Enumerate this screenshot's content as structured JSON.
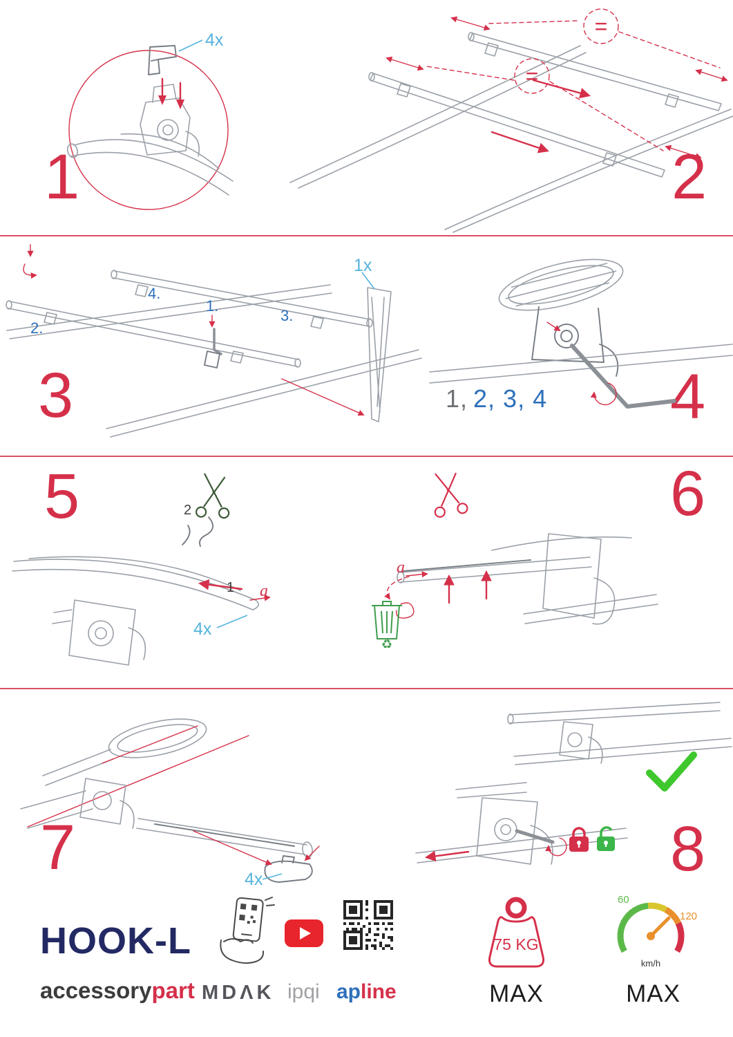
{
  "steps": {
    "s1": {
      "number": "1",
      "qty": "4x"
    },
    "s2": {
      "number": "2",
      "equal1": "=",
      "equal2": "="
    },
    "s3": {
      "number": "3",
      "qty": "1x",
      "sub1": "1.",
      "sub2": "2.",
      "sub3": "3.",
      "sub4": "4."
    },
    "s4": {
      "number": "4",
      "seq_done": "1,",
      "seq_todo": "2, 3, 4"
    },
    "s5": {
      "number": "5",
      "scissors_label": "2",
      "strip_label": "1",
      "dim_label": "a",
      "qty": "4x"
    },
    "s6": {
      "number": "6",
      "dim_label": "a"
    },
    "s7": {
      "number": "7",
      "qty": "4x"
    },
    "s8": {
      "number": "8"
    }
  },
  "footer": {
    "product_name": "HOOK-L",
    "brand_name": "accessory",
    "brand_accent": "part",
    "logo_mdak": "MDΛK",
    "logo_ipqi": "ipqi",
    "logo_ap": "ap",
    "logo_line": "line",
    "weight_limit": "75 KG",
    "weight_max": "MAX",
    "speed_min": "60",
    "speed_max_value": "120",
    "speed_unit": "km/h",
    "speed_max": "MAX"
  },
  "icons": {
    "recycle_glyph": "♻"
  },
  "colors": {
    "accent_red": "#d5304a",
    "label_blue": "#56b3dd",
    "deep_blue": "#2e6fba",
    "brand_navy": "#232963",
    "success_green": "#3cb54a"
  }
}
